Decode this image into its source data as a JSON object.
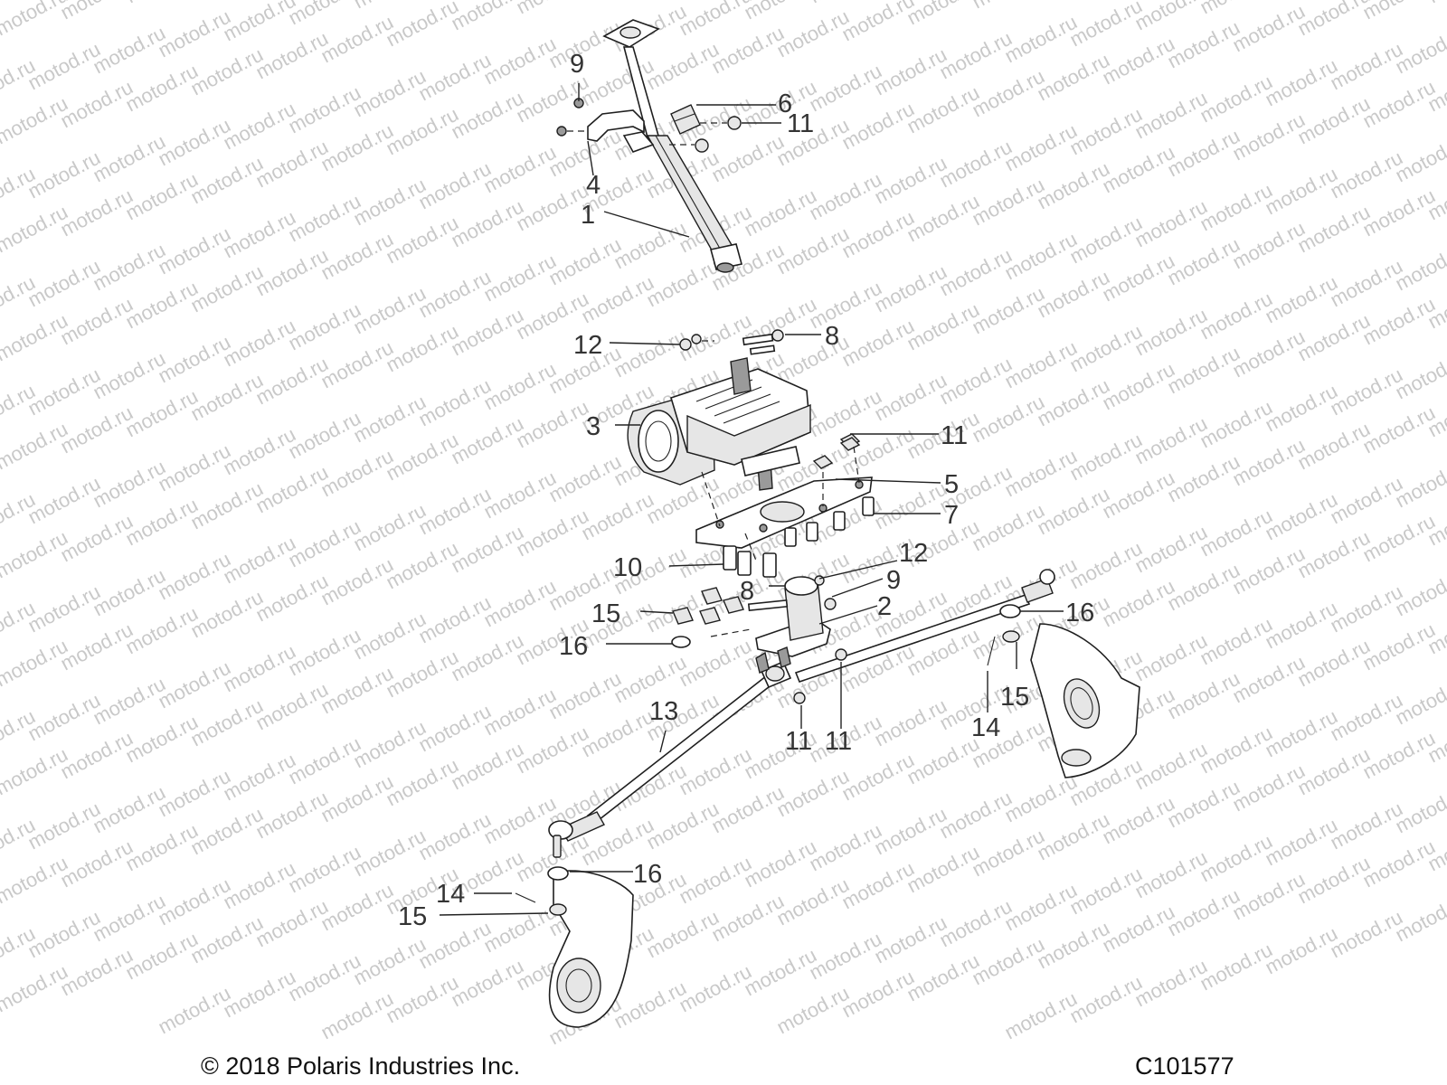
{
  "watermark_text": "motod.ru",
  "footer": {
    "copyright": "© 2018 Polaris Industries Inc.",
    "diagram_code": "C101577"
  },
  "callouts": [
    "9",
    "6",
    "11",
    "4",
    "1",
    "12",
    "8",
    "3",
    "11",
    "5",
    "7",
    "10",
    "12",
    "8",
    "9",
    "15",
    "2",
    "16",
    "16",
    "13",
    "11",
    "11",
    "15",
    "14",
    "16",
    "14",
    "15"
  ]
}
